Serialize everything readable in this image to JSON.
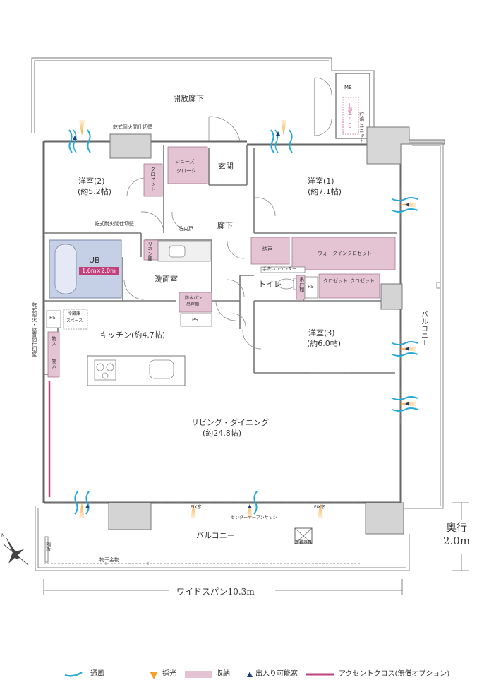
{
  "rooms": {
    "open_corridor": "開放廊下",
    "mb": "MB",
    "water_heater": "貯湯\nユニット",
    "water_heater_tag": "上部エアコン",
    "dry_partition_top": "乾式耐火間仕切壁",
    "western2": "洋室(2)",
    "western2_area": "(約5.2帖)",
    "closet_w2": "クロゼット",
    "shoes_cloak_1": "シューズ",
    "shoes_cloak_2": "クローク",
    "entrance": "玄関",
    "western1": "洋室(1)",
    "western1_area": "(約7.1帖)",
    "hall": "廊下",
    "fire_door": "防火戸",
    "dry_partition_mid": "乾式耐火間仕切壁",
    "ub": "UB",
    "ub_size": "1.6m×2.0m",
    "linen": "リネン庫",
    "washroom": "洗面室",
    "storage": "納戸",
    "walkin": "ウォークインクロゼット",
    "hand_counter": "手洗いカウンター",
    "toilet": "トイレ",
    "hanging_shelf": "吊戸棚",
    "ps1": "PS",
    "closet_w3a": "クロゼット",
    "closet_w3b": "クロゼット",
    "ps2": "PS",
    "fridge_1": "冷蔵庫",
    "fridge_2": "スペース",
    "waterproof_1": "防水パン",
    "waterproof_2": "吊戸棚",
    "ps3": "PS",
    "kitchen": "キッチン(約4.7帖)",
    "western3": "洋室(3)",
    "western3_area": "(約6.0帖)",
    "storage_a": "物入",
    "storage_b": "物入",
    "dry_partition_left": "乾式耐火・遮音間仕切壁",
    "balcony_side": "バルコニー",
    "living": "リビング・ダイニング",
    "living_area": "(約24.8帖)",
    "fix1": "FIX窓",
    "center_open": "センターオープンサッシ",
    "fix2": "FIX窓",
    "balcony_bottom": "バルコニー",
    "evacuation": "避難器具",
    "partition_board": "隔板",
    "clothes_hanger": "物干金物",
    "depth_1": "奥行",
    "depth_2": "2.0m",
    "wide_span": "ワイドスパン10.3m",
    "north": "N"
  },
  "legend": {
    "ventilation": "通風",
    "light": "採光",
    "storage": "収納",
    "door": "出入り可能窓",
    "accent": "アクセントクロス(無償オプション)"
  },
  "colors": {
    "storage_fill": "#e4c3d3",
    "accent": "#c2417c",
    "wind": "#25a9d6",
    "light": "#f3a12b",
    "bath": "#c5cfe6",
    "wall": "#6a6a6a"
  }
}
